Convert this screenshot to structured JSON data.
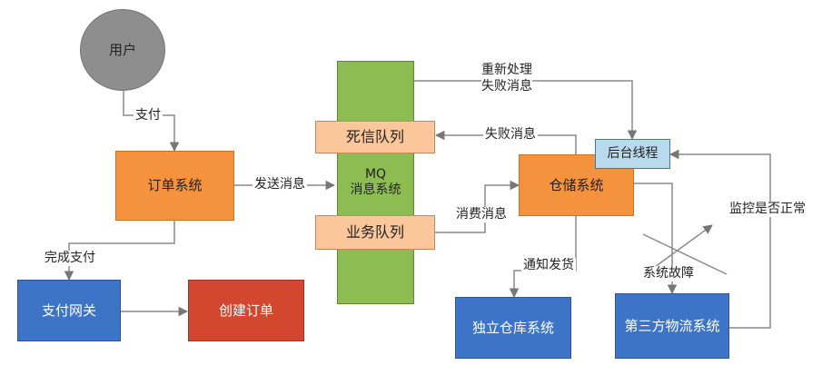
{
  "nodes": {
    "user": "用户",
    "order_system": "订单系统",
    "payment_gateway": "支付网关",
    "create_order": "创建订单",
    "dead_letter_queue": "死信队列",
    "business_queue": "业务队列",
    "mq_line1": "MQ",
    "mq_line2": "消息系统",
    "warehouse_system": "仓储系统",
    "background_thread": "后台线程",
    "independent_warehouse": "独立仓库系统",
    "third_party_logistics": "第三方物流系统"
  },
  "edge_labels": {
    "pay": "支付",
    "send_message": "发送消息",
    "payment_complete": "完成支付",
    "reprocess_line1": "重新处理",
    "reprocess_line2": "失败消息",
    "failed_message": "失败消息",
    "consume_message": "消费消息",
    "notify_shipping": "通知发货",
    "system_failure": "系统故障",
    "monitor_normal": "监控是否正常"
  },
  "colors": {
    "orange": "#f5923d",
    "blue": "#3d74c7",
    "red": "#d3462f",
    "green": "#8dbc52",
    "peach": "#fbc79a",
    "light_blue": "#b9d9ec",
    "gray": "#8e8e8e",
    "line": "#8a8a8a"
  }
}
